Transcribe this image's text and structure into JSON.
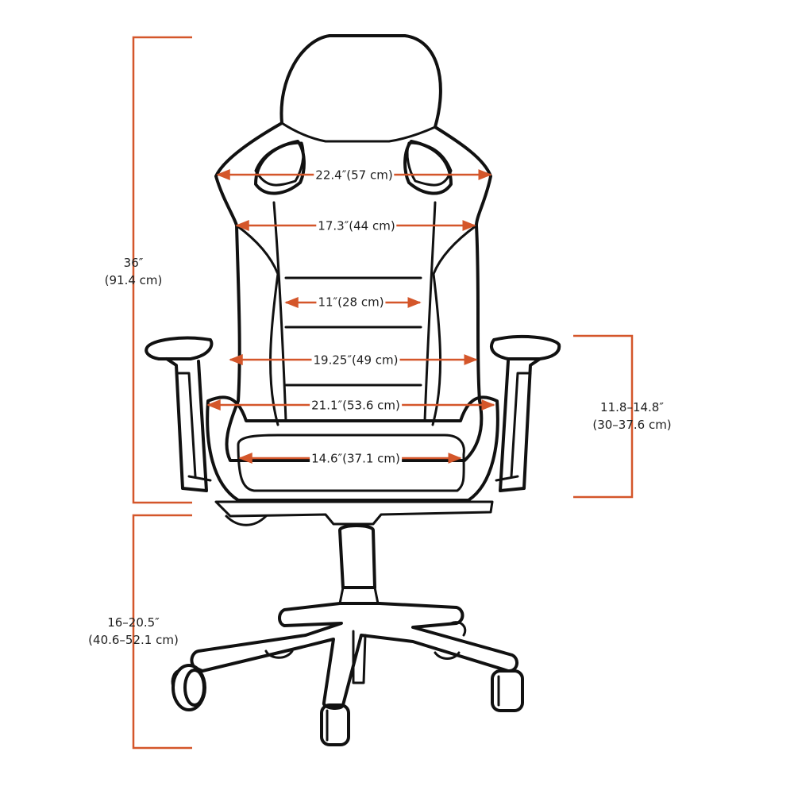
{
  "colors": {
    "dimension_line": "#d4562a",
    "outline": "#111111",
    "text": "#1e1e1e"
  },
  "dimensions": {
    "headrest_width": "22.4″(57 cm)",
    "shoulder_width": "17.3″(44 cm)",
    "lumbar_width": "11″(28 cm)",
    "backrest_width": "19.25″(49 cm)",
    "seat_width": "21.1″(53.6 cm)",
    "seat_cushion_width": "14.6″(37.1 cm)",
    "backrest_height": {
      "imperial": "36″",
      "metric": "(91.4 cm)"
    },
    "armrest_height": {
      "imperial": "11.8–14.8″",
      "metric": "(30–37.6 cm)"
    },
    "seat_height": {
      "imperial": "16–20.5″",
      "metric": "(40.6–52.1 cm)"
    }
  }
}
